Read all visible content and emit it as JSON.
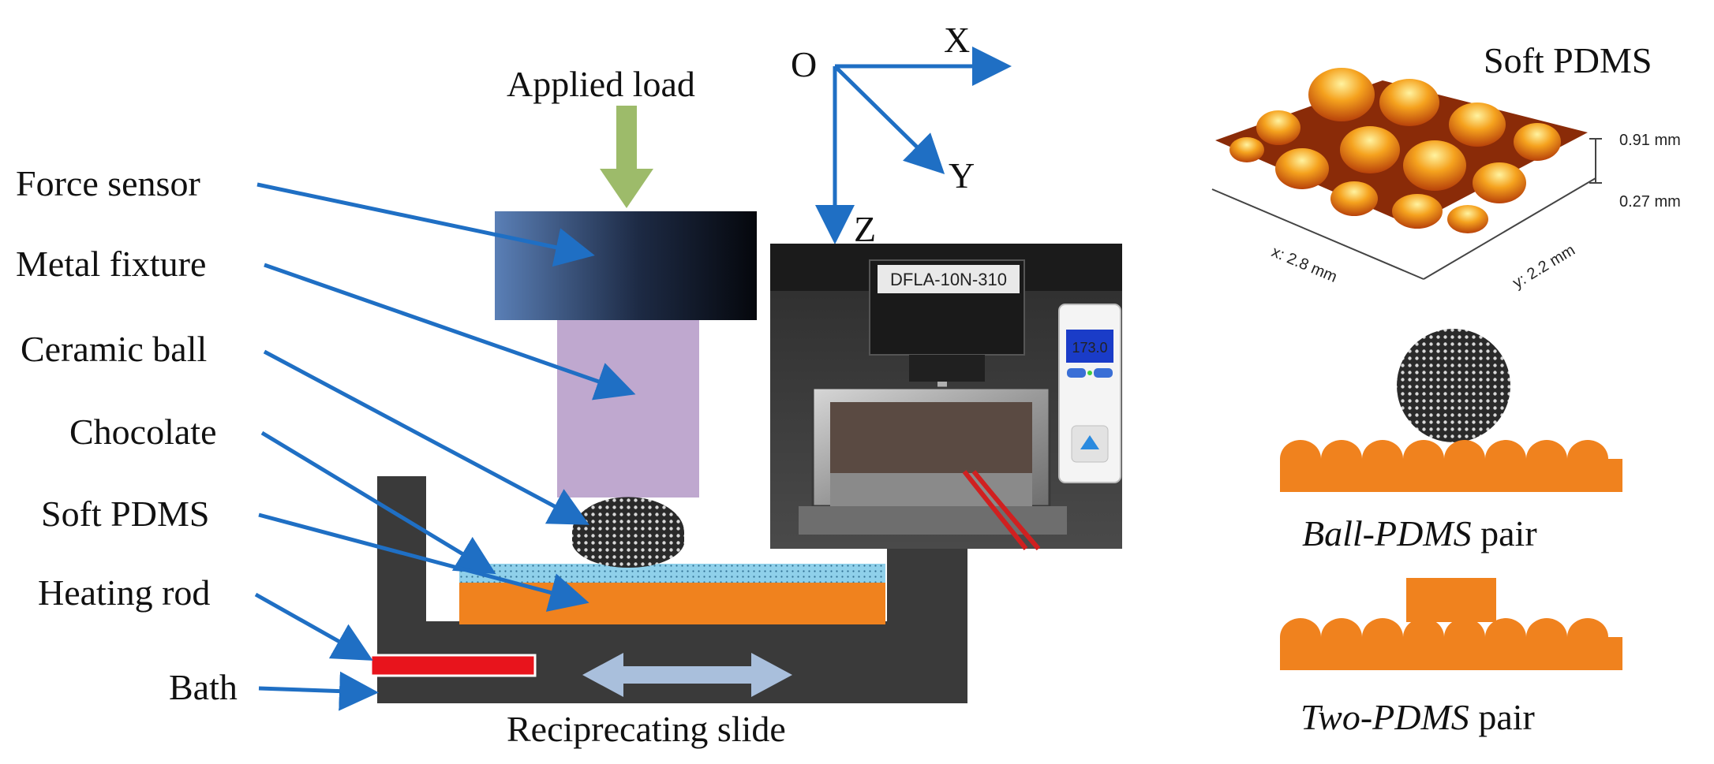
{
  "labels": {
    "force_sensor": "Force sensor",
    "metal_fixture": "Metal fixture",
    "ceramic_ball": "Ceramic ball",
    "chocolate": "Chocolate",
    "soft_pdms": "Soft PDMS",
    "heating_rod": "Heating rod",
    "bath": "Bath",
    "applied_load": "Applied load",
    "reciprocating_slide": "Reciprecating slide"
  },
  "axes": {
    "origin": "O",
    "x": "X",
    "y": "Y",
    "z": "Z"
  },
  "photo": {
    "sensor_label": "DFLA-10N-310",
    "controller_display": "173.0"
  },
  "surface_plot": {
    "title": "Soft PDMS",
    "z_top": "0.91 mm",
    "z_bottom": "0.27 mm",
    "x_label": "x: 2.8 mm",
    "y_label": "y: 2.2 mm"
  },
  "pairs": {
    "ball_pair_italic": "Ball-PDMS",
    "ball_pair_suffix": " pair",
    "two_pair_italic": "Two-PDMS",
    "two_pair_suffix": " pair"
  },
  "colors": {
    "arrow_blue": "#1f6fc4",
    "pdms_orange": "#f0821e",
    "bath_dark": "#3a3a3a",
    "fixture_purple": "#bfa8cf",
    "load_arrow_green": "#9dbb6a",
    "slide_arrow": "#a9bfdc",
    "heating_red": "#e8141c",
    "chocolate_blue": "#8fd0ea"
  }
}
